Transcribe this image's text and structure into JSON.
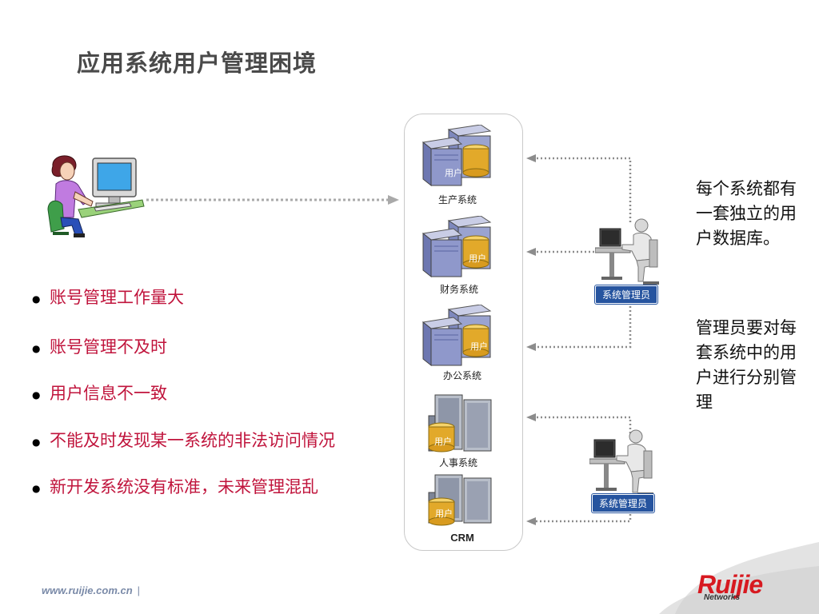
{
  "slide": {
    "title": "应用系统用户管理困境",
    "bullets": [
      "账号管理工作量大",
      "账号管理不及时",
      "用户信息不一致",
      "不能及时发现某一系统的非法访问情况",
      "新开发系统没有标准，未来管理混乱"
    ],
    "systems": [
      {
        "name": "生产系统",
        "db_label": "用户",
        "icon": "tower-server-icon"
      },
      {
        "name": "财务系统",
        "db_label": "用户",
        "icon": "tower-server-icon"
      },
      {
        "name": "办公系统",
        "db_label": "用户",
        "icon": "tower-server-icon"
      },
      {
        "name": "人事系统",
        "db_label": "用户",
        "icon": "rack-server-icon"
      },
      {
        "name": "CRM",
        "db_label": "用户",
        "icon": "rack-server-icon"
      }
    ],
    "admins": [
      {
        "label": "系统管理员",
        "icon": "admin-at-computer-icon"
      },
      {
        "label": "系统管理员",
        "icon": "admin-at-computer-icon"
      }
    ],
    "notes": [
      "每个系统都有一套独立的用户数据库。",
      "管理员要对每套系统中的用户进行分别管理"
    ],
    "footer": {
      "url": "www.ruijie.com.cn",
      "separator": "|",
      "logo": "Ruijie",
      "logo_sub": "Networks"
    }
  },
  "colors": {
    "bullet_text": "#c0143c",
    "badge_bg": "#26549f",
    "logo_red": "#d71920",
    "title": "#4a4a4a"
  }
}
